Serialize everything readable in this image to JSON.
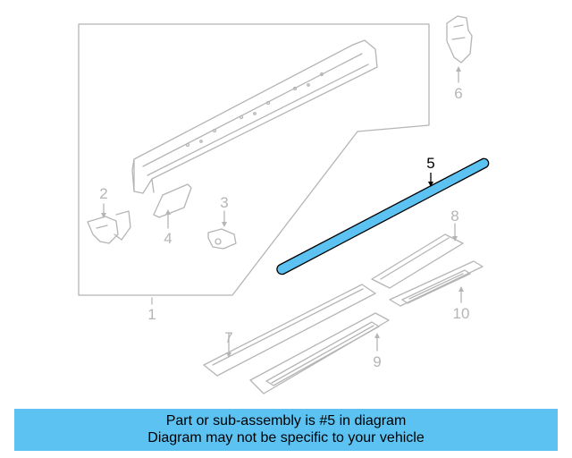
{
  "diagram": {
    "callouts": [
      "1",
      "2",
      "3",
      "4",
      "5",
      "6",
      "7",
      "8",
      "9",
      "10"
    ],
    "highlighted_part": "5",
    "colors": {
      "line_faded": "#b5b5b5",
      "highlight_fill": "#5bc2f2",
      "highlight_stroke": "#000000"
    }
  },
  "footer": {
    "line1": "Part or sub-assembly is #5 in diagram",
    "line2": "Diagram may not be specific to your vehicle",
    "background": "#5bc2f2"
  }
}
